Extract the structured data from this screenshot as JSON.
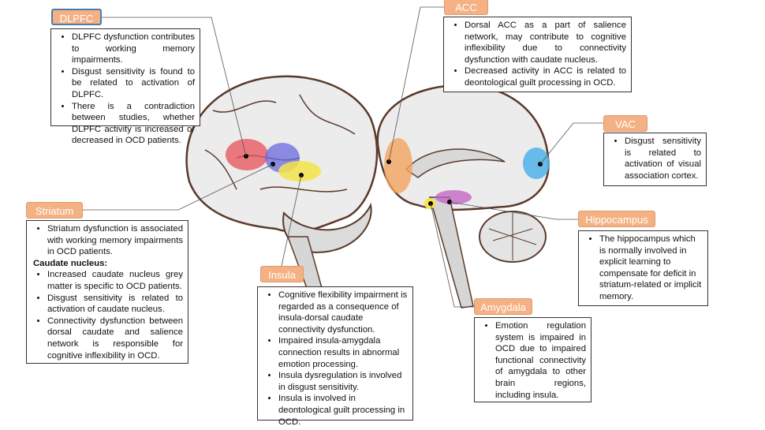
{
  "regions": {
    "dlpfc": {
      "label": "DLPFC",
      "items": [
        "DLPFC dysfunction contributes to working memory impairments.",
        "Disgust sensitivity is found to be related to activation of DLPFC.",
        "There is a contradiction between studies, whether DLPFC activity is increased or decreased in OCD patients."
      ]
    },
    "acc": {
      "label": "ACC",
      "items": [
        "Dorsal ACC as a part of salience network, may contribute to cognitive inflexibility due to connectivity dysfunction with caudate nucleus.",
        "Decreased activity in ACC is related to deontological guilt processing in OCD."
      ]
    },
    "vac": {
      "label": "VAC",
      "items": [
        "Disgust sensitivity is related to activation of visual association cortex."
      ]
    },
    "striatum": {
      "label": "Striatum",
      "items": [
        "Striatum dysfunction is associated with working memory impairments in OCD patients."
      ],
      "subheading": "Caudate nucleus:",
      "sub_items": [
        "Increased caudate nucleus grey matter is specific to OCD patients.",
        "Disgust sensitivity is related to activation of caudate nucleus.",
        "Connectivity dysfunction between dorsal caudate and salience network is responsible for cognitive inflexibility in OCD."
      ]
    },
    "hippocampus": {
      "label": "Hippocampus",
      "items": [
        "The hippocampus which is normally involved in explicit learning to compensate for deficit in striatum-related or implicit memory."
      ]
    },
    "insula": {
      "label": "Insula",
      "items": [
        "Cognitive flexibility impairment is regarded as a consequence of insula-dorsal caudate connectivity dysfunction.",
        "Impaired insula-amygdala connection results in abnormal emotion processing.",
        "Insula dysregulation is involved in disgust sensitivity.",
        "Insula is involved in deontological guilt processing in OCD."
      ]
    },
    "amygdala": {
      "label": "Amygdala",
      "items": [
        "Emotion regulation system is impaired in OCD due to impaired functional connectivity of amygdala to other brain regions, including insula."
      ]
    }
  },
  "colors": {
    "tag": "#f4b183",
    "dlpfc": "#e8525a",
    "blue": "#6a6adf",
    "yellow": "#f5e44a",
    "acc": "#f4a460",
    "vac": "#4fb3e8",
    "purple": "#c060c0"
  }
}
